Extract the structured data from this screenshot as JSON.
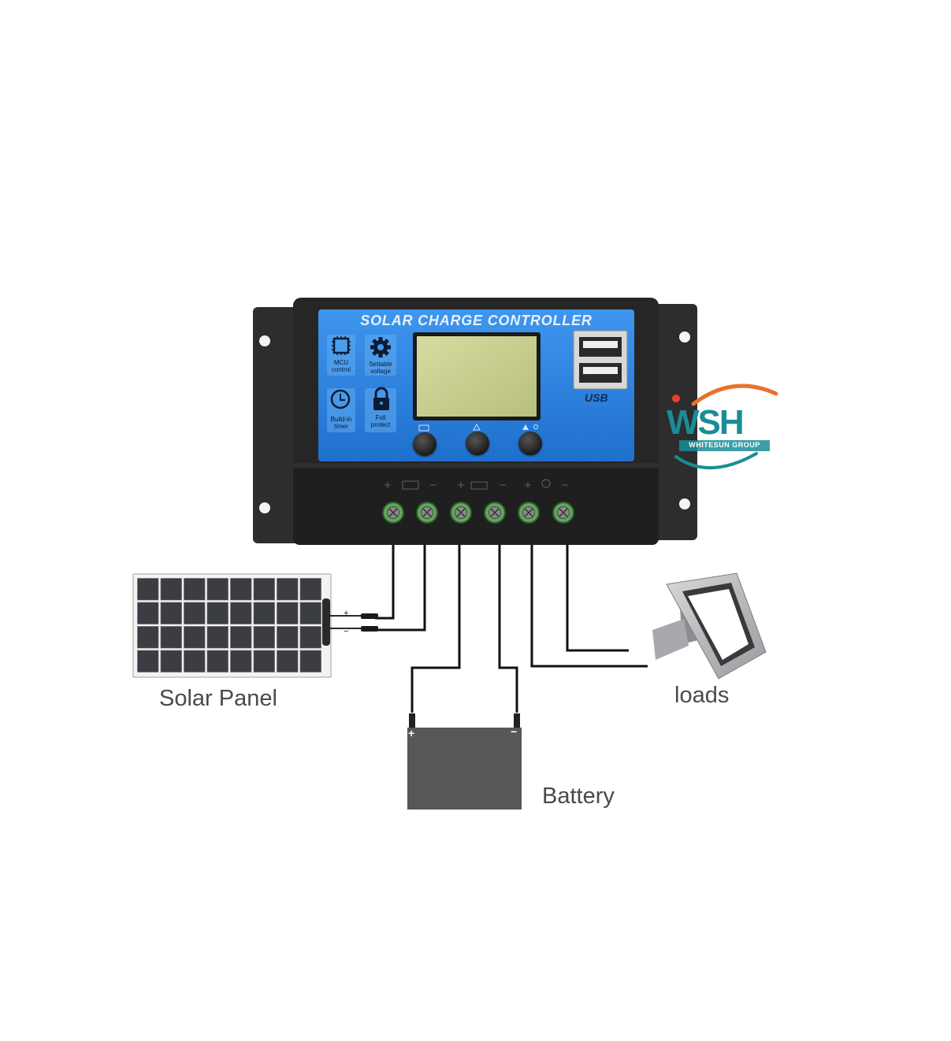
{
  "controller": {
    "title": "SOLAR CHARGE CONTROLLER",
    "features": [
      {
        "icon": "chip-icon",
        "text": [
          "MCU",
          "control"
        ]
      },
      {
        "icon": "gear-icon",
        "text": [
          "Settable",
          "voltage"
        ]
      },
      {
        "icon": "clock-icon",
        "text": [
          "Build-in",
          "timer"
        ]
      },
      {
        "icon": "lock-icon",
        "text": [
          "Full",
          "protect"
        ]
      }
    ],
    "usb_label": "USB",
    "buttons": [
      {
        "name": "menu-button",
        "icon": "menu-icon"
      },
      {
        "name": "down-button",
        "icon": "triangle-icon"
      },
      {
        "name": "up-button",
        "icon": "up-light-icon"
      }
    ],
    "terminal_groups": [
      "solar-panel-terminals",
      "battery-terminals",
      "load-terminals"
    ]
  },
  "labels": {
    "solar_panel": "Solar Panel",
    "battery": "Battery",
    "loads": "loads"
  },
  "battery_polarity": {
    "positive": "+",
    "negative": "−"
  },
  "panel_polarity": {
    "positive": "+",
    "negative": "−"
  },
  "logo": {
    "mark": "WSH",
    "subtitle": "WHITESUN GROUP"
  },
  "colors": {
    "controller_body": "#2b2b2b",
    "face_blue": "#2f87e6",
    "lcd": "#cbd08f",
    "wire": "#111111",
    "battery": "#585657",
    "panel_cell": "#3a3c42",
    "logo_teal": "#1a8d96",
    "logo_orange": "#e8722a"
  }
}
